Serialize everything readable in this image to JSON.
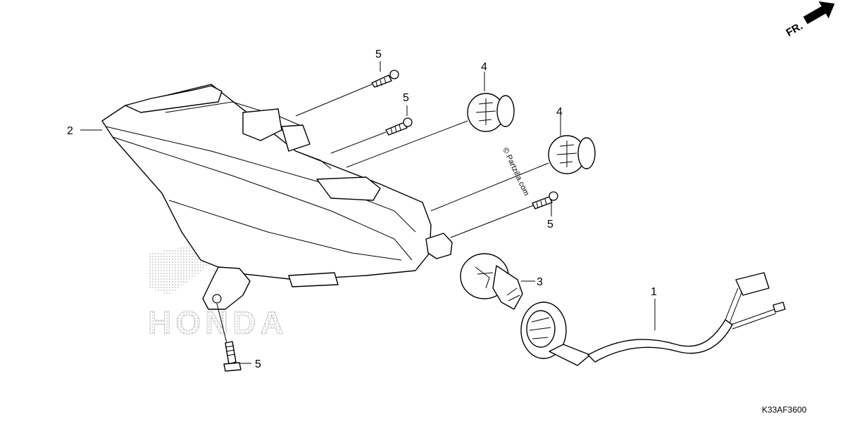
{
  "diagram": {
    "callouts": [
      {
        "id": "c5a",
        "text": "5"
      },
      {
        "id": "c5b",
        "text": "5"
      },
      {
        "id": "c4a",
        "text": "4"
      },
      {
        "id": "c4b",
        "text": "4"
      },
      {
        "id": "c2",
        "text": "2"
      },
      {
        "id": "c5c",
        "text": "5"
      },
      {
        "id": "c3",
        "text": "3"
      },
      {
        "id": "c1",
        "text": "1"
      },
      {
        "id": "c5d",
        "text": "5"
      }
    ],
    "direction_label": "FR.",
    "diagram_code": "K33AF3600",
    "watermark": "© Partzilla.com",
    "logo_text": "HONDA"
  }
}
